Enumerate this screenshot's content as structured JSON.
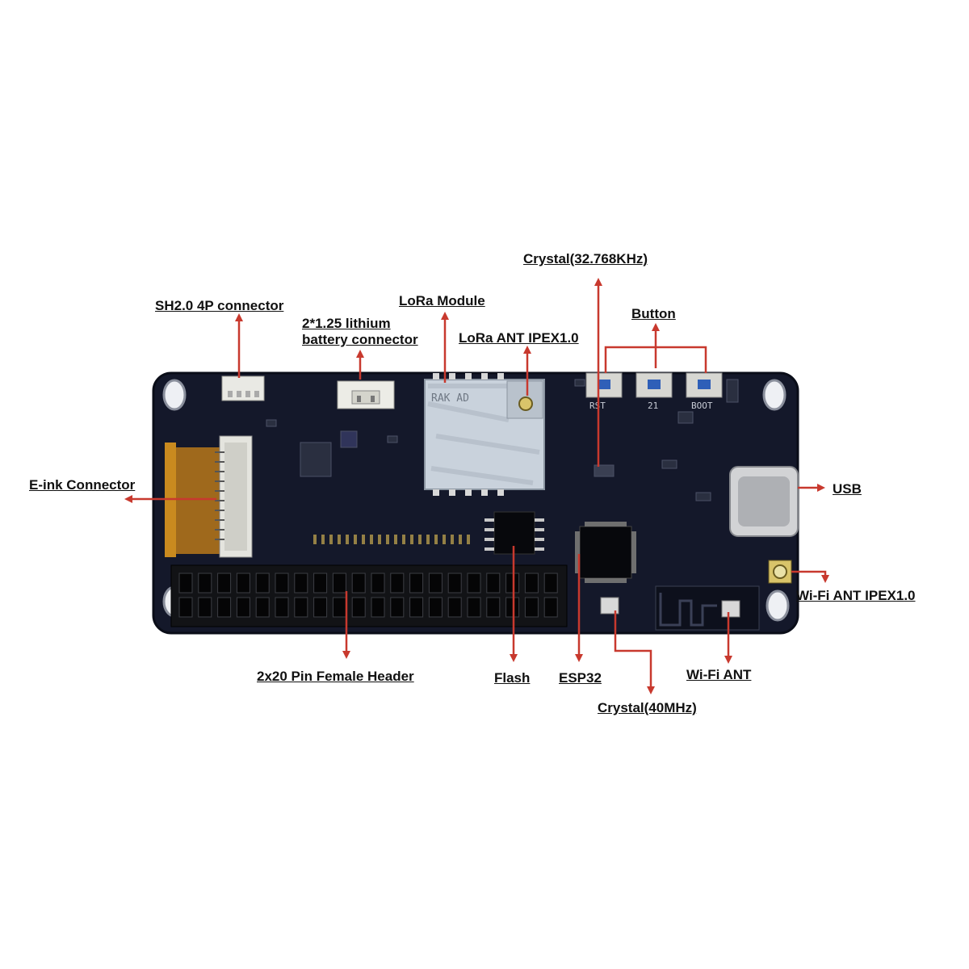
{
  "colors": {
    "board": "#14182a",
    "board_edge": "#0a0d18",
    "silkscreen": "#c8ccd6",
    "arrow": "#c8392e",
    "shield": "#c9d2dc",
    "header_pin": "#0c0c0e",
    "gold_pad": "#b59a4c",
    "button_cap": "#2f5fb8",
    "fpc": "#c98a1f"
  },
  "board_silkscreen": {
    "lora_module_marking": "RAK AD",
    "btn_rst": "RST",
    "btn_21": "21",
    "btn_boot": "BOOT"
  },
  "labels": {
    "crystal_32k": "Crystal(32.768KHz)",
    "button": "Button",
    "lora_module": "LoRa Module",
    "lora_ant": "LoRa  ANT IPEX1.0",
    "sh20": "SH2.0 4P connector",
    "battery_line1": "2*1.25 lithium",
    "battery_line2": "battery connector",
    "eink": "E-ink Connector",
    "usb": "USB",
    "wifi_ant_ipex": "Wi-Fi  ANT IPEX1.0",
    "header": "2x20 Pin Female Header",
    "flash": "Flash",
    "esp32": "ESP32",
    "wifi_ant": "Wi-Fi  ANT",
    "crystal_40m": "Crystal(40MHz)"
  }
}
